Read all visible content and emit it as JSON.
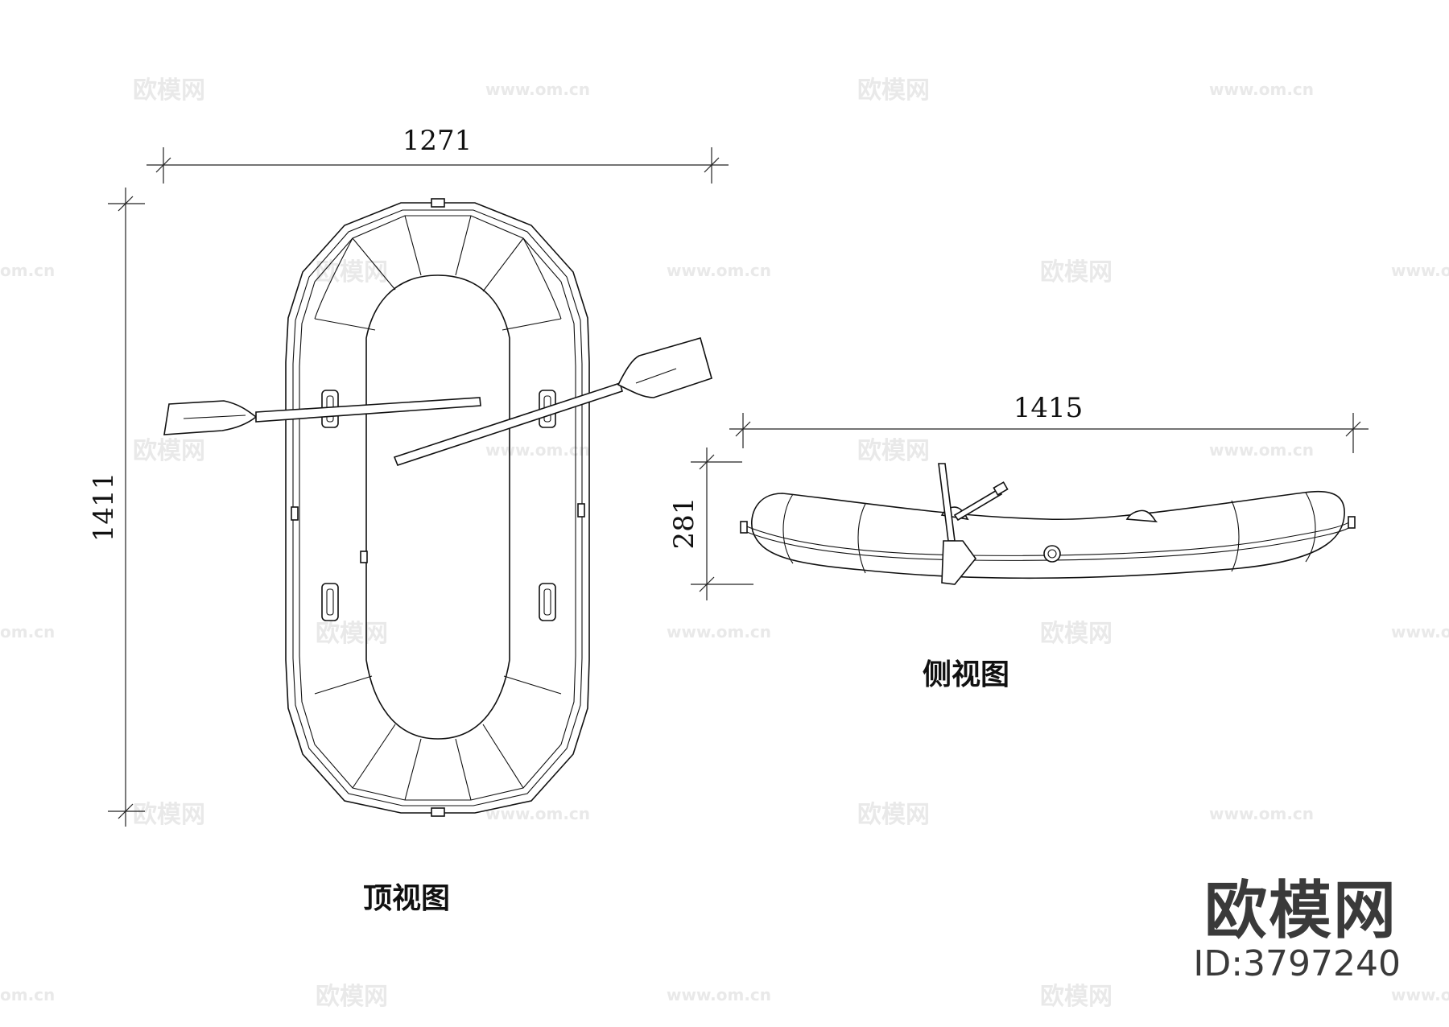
{
  "watermark": {
    "cn": "欧模网",
    "url": "www.om.cn",
    "short_url": "om.cn"
  },
  "top_view": {
    "label": "顶视图",
    "width_dim": "1271",
    "length_dim": "1411"
  },
  "side_view": {
    "label": "侧视图",
    "length_dim": "1415",
    "height_dim": "281"
  },
  "brand": {
    "name": "欧模网",
    "id": "ID:3797240"
  },
  "colors": {
    "line": "#111111",
    "watermark": "#e9e9e9",
    "brand": "#3a3a3a"
  }
}
